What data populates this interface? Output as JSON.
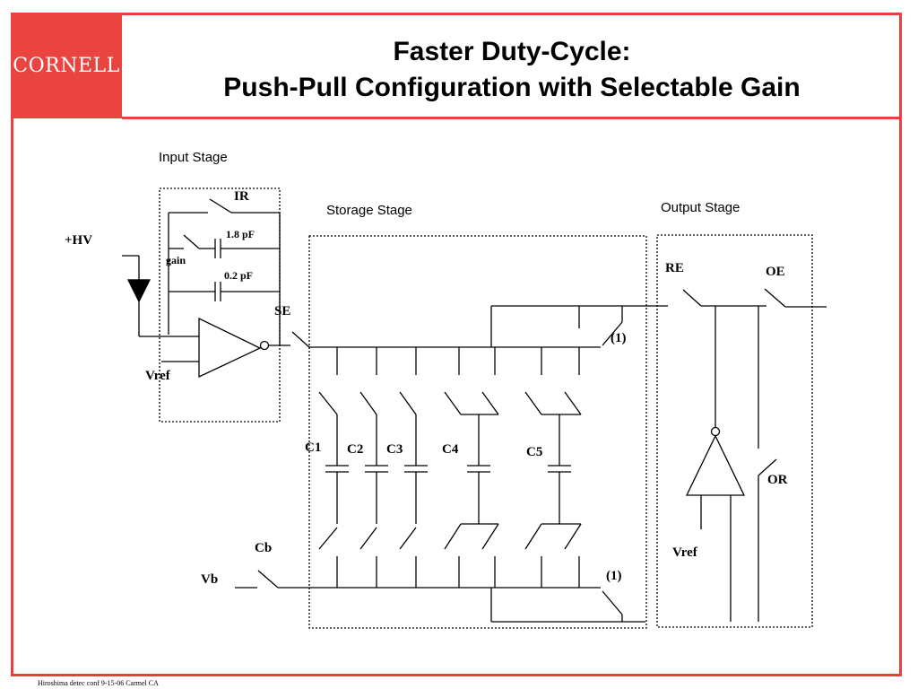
{
  "header": {
    "logo_text": "CORNELL",
    "title_line1": "Faster Duty-Cycle:",
    "title_line2": "Push-Pull Configuration with Selectable Gain",
    "accent_color": "#e8403d"
  },
  "footer": {
    "text": "Hiroshima detec conf 9-15-06 Carmel CA"
  },
  "diagram": {
    "stages": {
      "input": "Input Stage",
      "storage": "Storage Stage",
      "output": "Output Stage"
    },
    "labels": {
      "hv": "+HV",
      "ir": "IR",
      "cap_large": "1.8 pF",
      "gain": "gain",
      "cap_small": "0.2 pF",
      "vref_in": "Vref",
      "se": "SE",
      "re": "RE",
      "oe": "OE",
      "switch_top": "(1)",
      "switch_bottom": "(1)",
      "c1": "C1",
      "c2": "C2",
      "c3": "C3",
      "c4": "C4",
      "c5": "C5",
      "cb": "Cb",
      "vb": "Vb",
      "or": "OR",
      "vref_out": "Vref"
    }
  }
}
